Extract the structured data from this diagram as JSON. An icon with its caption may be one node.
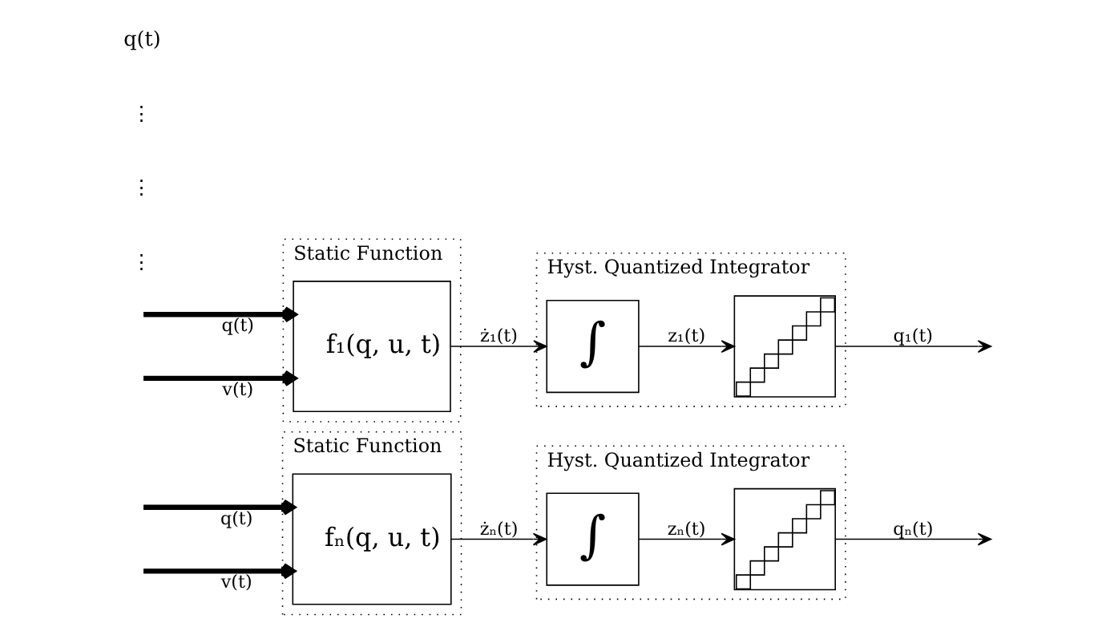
{
  "diagram": {
    "nodes": [
      {
        "text": [
          "Static Function"
        ]
      },
      {
        "text": [
          "f₁(q, u, t)"
        ],
        "in": 0
      },
      {
        "text": [
          "Hyst. Quantized Integrator"
        ]
      },
      {
        "text": [
          "∫"
        ],
        "in": 2
      },
      {
        "text": [],
        "shape": "picture",
        "in": 2
      },
      {
        "text": [
          "Static Function"
        ]
      },
      {
        "text": [
          "fₙ(q, u, t)"
        ],
        "in": 5
      },
      {
        "text": [
          "Hyst. Quantized Integrator"
        ]
      },
      {
        "text": [
          "∫"
        ],
        "in": 7
      },
      {
        "text": [],
        "shape": "picture",
        "in": 7
      }
    ],
    "edges": [
      {
        "from": null,
        "to": 1,
        "arrow": "to",
        "label": "q(t)",
        "style": "thick"
      },
      {
        "from": null,
        "to": 1,
        "arrow": "to",
        "label": "v(t)",
        "style": "thick"
      },
      {
        "from": 1,
        "to": 3,
        "arrow": "to",
        "label": "ż₁(t)"
      },
      {
        "from": 3,
        "to": 4,
        "arrow": "to",
        "label": "z₁(t)"
      },
      {
        "from": 4,
        "to": null,
        "arrow": "to",
        "label": "q₁(t)"
      },
      {
        "from": null,
        "to": 6,
        "arrow": "to",
        "label": "q(t)",
        "style": "thick"
      },
      {
        "from": null,
        "to": 6,
        "arrow": "to",
        "label": "v(t)",
        "style": "thick"
      },
      {
        "from": 6,
        "to": 8,
        "arrow": "to",
        "label": "żₙ(t)"
      },
      {
        "from": 8,
        "to": 9,
        "arrow": "to",
        "label": "zₙ(t)"
      },
      {
        "from": 9,
        "to": null,
        "arrow": "to",
        "label": "qₙ(t)"
      }
    ],
    "labels": [
      "⋮",
      "⋮",
      "⋮",
      "q(t)"
    ]
  }
}
